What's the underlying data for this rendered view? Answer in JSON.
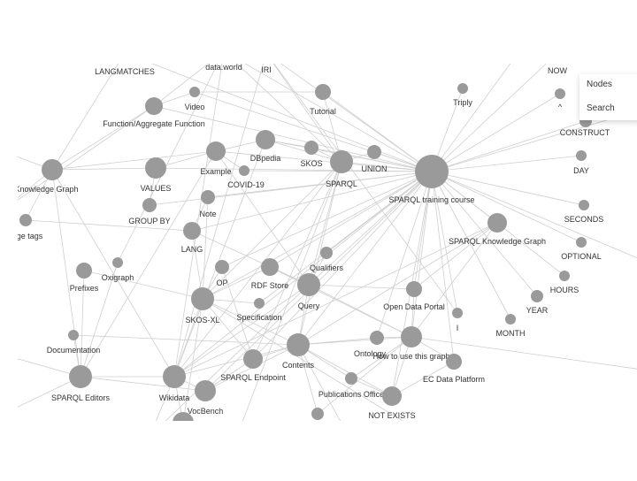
{
  "panel": {
    "items": [
      {
        "label": "Nodes"
      },
      {
        "label": "Search"
      }
    ]
  },
  "graph": {
    "node_color": "#9a9a9a",
    "edge_color": "#cfcfcf",
    "nodes": [
      "LANGMATCHES",
      "data.world",
      "IRI",
      "Video",
      "Function/Aggregate Function",
      "Tutorial",
      "Triply",
      "NOW",
      "^",
      "CONSTRUCT",
      "EU Knowledge Graph",
      "VALUES",
      "Example",
      "DBpedia",
      "SKOS",
      "COVID-19",
      "SPARQL",
      "UNION",
      "SPARQL training course",
      "DAY",
      "GROUP BY",
      "Note",
      "language tags",
      "LANG",
      "SPARQL Knowledge Graph",
      "SECONDS",
      "OPTIONAL",
      "Prefixes",
      "Oxigraph",
      "OP",
      "RDF Store",
      "Qualifiers",
      "Query",
      "SKOS-XL",
      "Specification",
      "Open Data Portal",
      "HOURS",
      "YEAR",
      "I",
      "MONTH",
      "Documentation",
      "Contents",
      "Ontology",
      "How to use this graph",
      "SPARQL Endpoint",
      "EC Data Platform",
      "SPARQL Editors",
      "Wikidata",
      "VocBench",
      "Publications Office",
      "NOT EXISTS",
      "",
      ""
    ],
    "edges": [
      [
        18,
        3
      ],
      [
        18,
        5
      ],
      [
        18,
        6
      ],
      [
        18,
        7
      ],
      [
        18,
        8
      ],
      [
        18,
        9
      ],
      [
        18,
        11
      ],
      [
        18,
        12
      ],
      [
        18,
        13
      ],
      [
        18,
        14
      ],
      [
        18,
        16
      ],
      [
        18,
        17
      ],
      [
        18,
        19
      ],
      [
        18,
        20
      ],
      [
        18,
        21
      ],
      [
        18,
        23
      ],
      [
        18,
        24
      ],
      [
        18,
        25
      ],
      [
        18,
        26
      ],
      [
        18,
        29
      ],
      [
        18,
        30
      ],
      [
        18,
        31
      ],
      [
        18,
        32
      ],
      [
        18,
        33
      ],
      [
        18,
        35
      ],
      [
        18,
        36
      ],
      [
        18,
        37
      ],
      [
        18,
        38
      ],
      [
        18,
        39
      ],
      [
        18,
        41
      ],
      [
        18,
        42
      ],
      [
        18,
        43
      ],
      [
        18,
        44
      ],
      [
        18,
        45
      ],
      [
        18,
        47
      ],
      [
        18,
        48
      ],
      [
        18,
        50
      ],
      [
        18,
        4
      ],
      [
        18,
        0
      ],
      [
        18,
        2
      ],
      [
        18,
        1
      ],
      [
        18,
        15
      ],
      [
        18,
        34
      ],
      [
        10,
        11
      ],
      [
        10,
        12
      ],
      [
        10,
        22
      ],
      [
        10,
        0
      ],
      [
        10,
        47
      ],
      [
        10,
        46
      ],
      [
        10,
        4
      ],
      [
        16,
        5
      ],
      [
        16,
        13
      ],
      [
        16,
        14
      ],
      [
        16,
        17
      ],
      [
        16,
        32
      ],
      [
        16,
        33
      ],
      [
        16,
        41
      ],
      [
        16,
        44
      ],
      [
        16,
        47
      ],
      [
        16,
        1
      ],
      [
        16,
        2
      ],
      [
        46,
        28
      ],
      [
        46,
        27
      ],
      [
        46,
        40
      ],
      [
        46,
        47
      ],
      [
        46,
        48
      ],
      [
        46,
        12
      ],
      [
        47,
        13
      ],
      [
        47,
        33
      ],
      [
        47,
        32
      ],
      [
        47,
        41
      ],
      [
        47,
        48
      ],
      [
        47,
        2
      ],
      [
        47,
        1
      ],
      [
        33,
        29
      ],
      [
        33,
        30
      ],
      [
        33,
        34
      ],
      [
        33,
        41
      ],
      [
        33,
        21
      ],
      [
        33,
        23
      ],
      [
        33,
        44
      ],
      [
        32,
        30
      ],
      [
        32,
        31
      ],
      [
        32,
        41
      ],
      [
        32,
        43
      ],
      [
        32,
        12
      ],
      [
        32,
        35
      ],
      [
        43,
        42
      ],
      [
        43,
        35
      ],
      [
        43,
        45
      ],
      [
        43,
        49
      ],
      [
        43,
        50
      ],
      [
        43,
        41
      ],
      [
        43,
        24
      ],
      [
        41,
        44
      ],
      [
        41,
        49
      ],
      [
        41,
        50
      ],
      [
        41,
        42
      ],
      [
        41,
        48
      ],
      [
        24,
        35
      ],
      [
        24,
        41
      ],
      [
        24,
        47
      ],
      [
        22,
        23
      ],
      [
        11,
        12
      ],
      [
        11,
        20
      ],
      [
        12,
        13
      ],
      [
        12,
        15
      ],
      [
        3,
        4
      ],
      [
        4,
        1
      ],
      [
        23,
        21
      ],
      [
        23,
        32
      ],
      [
        44,
        48
      ],
      [
        50,
        49
      ],
      [
        50,
        45
      ],
      [
        27,
        33
      ],
      [
        40,
        41
      ],
      [
        28,
        1
      ],
      [
        13,
        14
      ],
      [
        5,
        3
      ],
      [
        29,
        44
      ],
      [
        30,
        43
      ],
      [
        38,
        2
      ],
      [
        51,
        47
      ],
      [
        52,
        41
      ],
      [
        51,
        33
      ],
      [
        52,
        43
      ]
    ]
  }
}
